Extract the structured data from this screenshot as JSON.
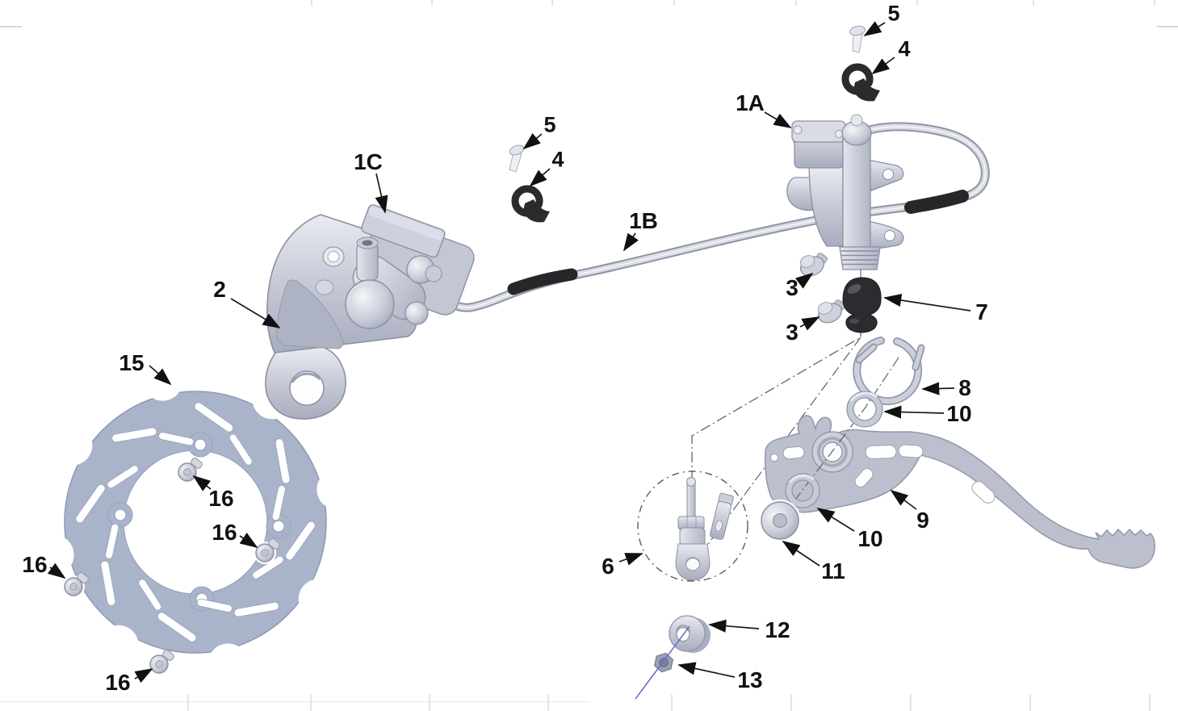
{
  "diagram": {
    "kind": "exploded-parts-diagram",
    "callouts": {
      "n1A": {
        "label": "1A"
      },
      "n1B": {
        "label": "1B"
      },
      "n1C": {
        "label": "1C"
      },
      "n2": {
        "label": "2"
      },
      "n3_upper": {
        "label": "3"
      },
      "n3_lower": {
        "label": "3"
      },
      "n4_left": {
        "label": "4"
      },
      "n4_right": {
        "label": "4"
      },
      "n5_left": {
        "label": "5"
      },
      "n5_right": {
        "label": "5"
      },
      "n6": {
        "label": "6"
      },
      "n7": {
        "label": "7"
      },
      "n8": {
        "label": "8"
      },
      "n9": {
        "label": "9"
      },
      "n10_upper": {
        "label": "10"
      },
      "n10_lower": {
        "label": "10"
      },
      "n11": {
        "label": "11"
      },
      "n12": {
        "label": "12"
      },
      "n13": {
        "label": "13"
      },
      "n15": {
        "label": "15"
      },
      "n16_top": {
        "label": "16"
      },
      "n16_right": {
        "label": "16"
      },
      "n16_left": {
        "label": "16"
      },
      "n16_bottom": {
        "label": "16"
      }
    },
    "colors": {
      "background": "#ffffff",
      "metal_light": "#e9ebf1",
      "metal_mid": "#c6c9d6",
      "metal_shadow": "#a8adbf",
      "outline": "#8b90a0",
      "disc_fill": "#a9b3c9",
      "disc_outline": "#8f99b6",
      "rubber_black": "#2c2c30",
      "label_text": "#111111",
      "leader_line": "#1a1a1a",
      "centerline": "#55565e",
      "centerline_blue": "#6a6ace",
      "dashed_circle": "#5b5c66",
      "page_tick": "#c9c9c9"
    }
  }
}
